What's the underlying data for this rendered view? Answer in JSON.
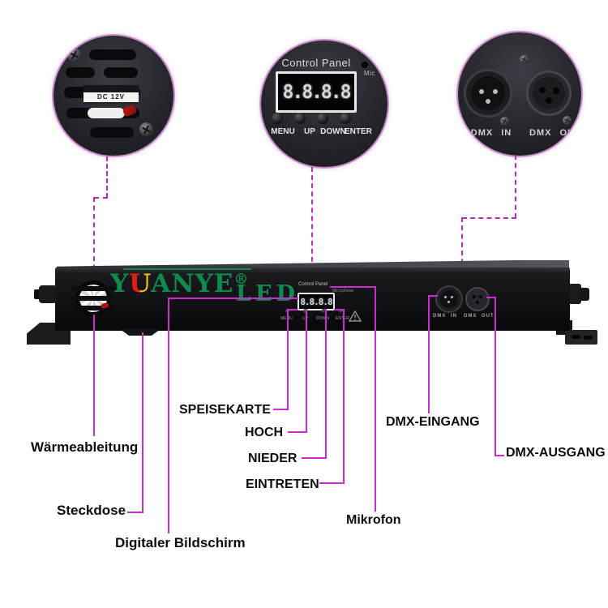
{
  "brand": {
    "y": "Y",
    "u": "U",
    "anye": "ANYE",
    "reg": "®",
    "led": "LED"
  },
  "callout_fan": {
    "dc_label": "DC 12V"
  },
  "callout_panel": {
    "title": "Control Panel",
    "mic_short": "Mic",
    "display": "8.8.8.8",
    "btn_menu": "MENU",
    "btn_up": "UP",
    "btn_down": "DOWN",
    "btn_enter": "ENTER"
  },
  "callout_dmx": {
    "in": "DMX IN",
    "out": "DMX OUT"
  },
  "bar": {
    "panel_title": "Control Panel",
    "mic": "Microphone",
    "display": "8.8.8.8",
    "btn_menu": "MENU",
    "btn_up": "UP",
    "btn_down": "DOWN",
    "btn_enter": "ENTER",
    "dmx_in": "DMX IN",
    "dmx_out": "DMX OUT"
  },
  "labels": {
    "heat": "Wärmeableitung",
    "socket": "Steckdose",
    "screen": "Digitaler Bildschirm",
    "menu": "SPEISEKARTE",
    "up": "HOCH",
    "down": "NIEDER",
    "enter": "EINTRETEN",
    "mic": "Mikrofon",
    "dmx_in": "DMX-EINGANG",
    "dmx_out": "DMX-AUSGANG"
  },
  "colors": {
    "line": "#cb2bd0",
    "dot": "#df1bdf",
    "brand_green": "#0f8a4f",
    "brand_red": "#e31b12",
    "brand_yellow": "#f6c70a",
    "label_text": "#0d0d0d"
  }
}
